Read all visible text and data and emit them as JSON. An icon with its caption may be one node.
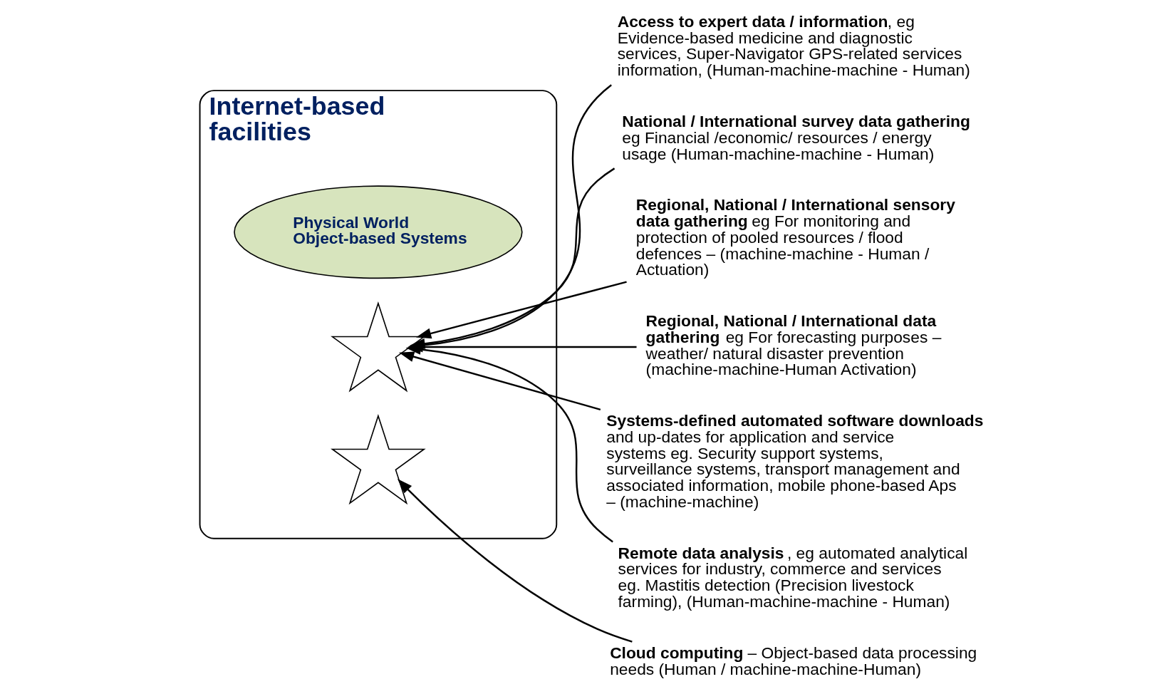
{
  "diagram": {
    "nodes": [
      {
        "text": [
          "**Access to expert data / information**, eg Evidence-based medicine and diagnostic services, Super-Navigator GPS-related services information, (Human-machine-machine - Human)"
        ]
      },
      {
        "text": [
          "Internet-based facilities"
        ]
      },
      {
        "text": [
          "Physical World Object-based Systems"
        ],
        "in": 1
      },
      {
        "text": [],
        "shape": "star",
        "in": 1
      },
      {
        "text": [
          "**National / International survey data gathering** eg Financial /economic/ resources / energy usage (Human-machine-machine - Human)"
        ]
      },
      {
        "text": [
          "**Regional, National / International sensory data gathering** eg For monitoring and protection of pooled resources / flood defences – (machine-machine - Human / Actuation)"
        ]
      },
      {
        "text": [],
        "shape": "star",
        "in": 1
      },
      {
        "text": [
          "**Regional, National / International data gathering** eg For forecasting purposes – weather/ natural disaster prevention (machine-machine-Human Activation)"
        ]
      },
      {
        "text": [
          "**Cloud computing** – Object-based data processing needs (Human / machine-machine-Human)"
        ]
      },
      {
        "text": [
          "**Systems-defined automated software downloads** and up-dates for application and service systems eg. Security support systems, surveillance systems, transport management and associated information, mobile phone-based Aps – (machine-machine)"
        ]
      },
      {
        "text": [
          "**Remote data analysis**, eg automated analytical services for industry, commerce and services eg. Mastitis detection (Precision livestock farming), (Human-machine-machine - Human)"
        ]
      }
    ],
    "edges": [
      {
        "from": 0,
        "to": 3,
        "arrow": "to"
      },
      {
        "from": 4,
        "to": 3,
        "arrow": "to"
      },
      {
        "from": 5,
        "to": 3,
        "arrow": "to"
      },
      {
        "from": 7,
        "to": 3,
        "arrow": "to"
      },
      {
        "from": 10,
        "to": 3,
        "arrow": "to"
      },
      {
        "from": 9,
        "to": 3,
        "arrow": "to"
      },
      {
        "from": 8,
        "to": 6,
        "arrow": "to"
      }
    ]
  }
}
